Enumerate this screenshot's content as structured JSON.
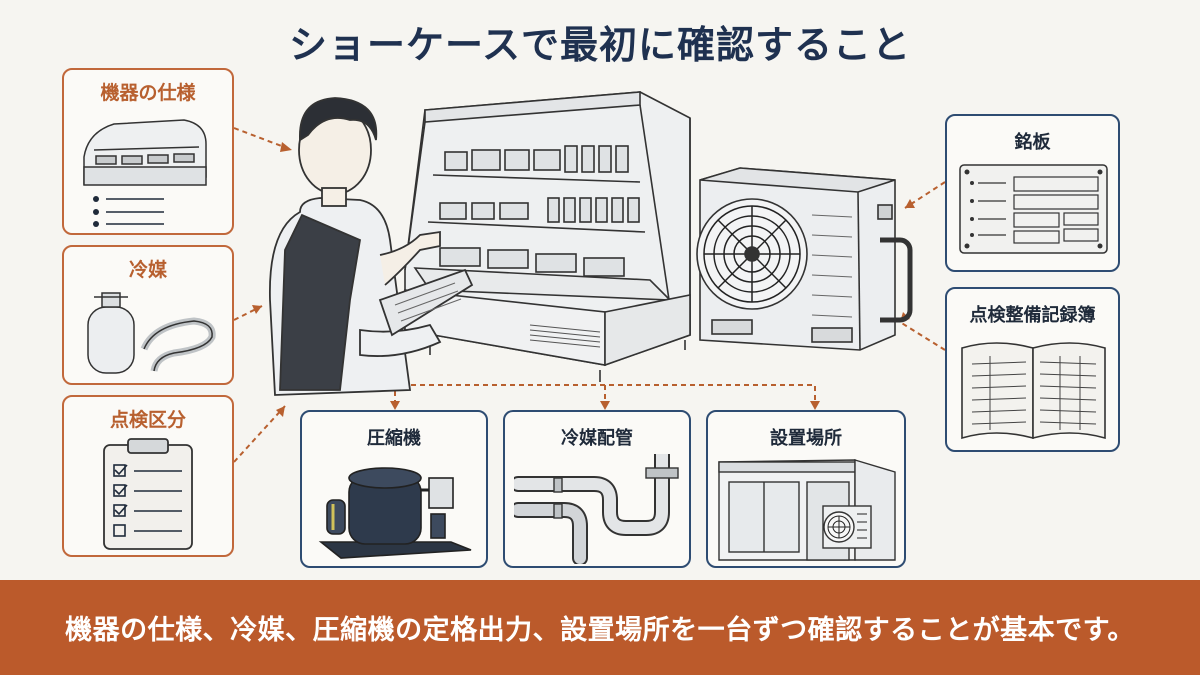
{
  "title": "ショーケースで最初に確認すること",
  "left_cards": [
    {
      "label": "機器の仕様"
    },
    {
      "label": "冷媒"
    },
    {
      "label": "点検区分"
    }
  ],
  "right_cards": [
    {
      "label": "銘板"
    },
    {
      "label": "点検整備記録簿"
    }
  ],
  "bottom_cards": [
    {
      "label": "圧縮機"
    },
    {
      "label": "冷媒配管"
    },
    {
      "label": "設置場所"
    }
  ],
  "banner": {
    "text": "機器の仕様、冷媒、圧縮機の定格出力、設置場所を一台ずつ確認することが基本です。"
  },
  "colors": {
    "accent_orange": "#bb5a2b",
    "title_navy": "#1f3150",
    "card_navy": "#2e4c72"
  }
}
